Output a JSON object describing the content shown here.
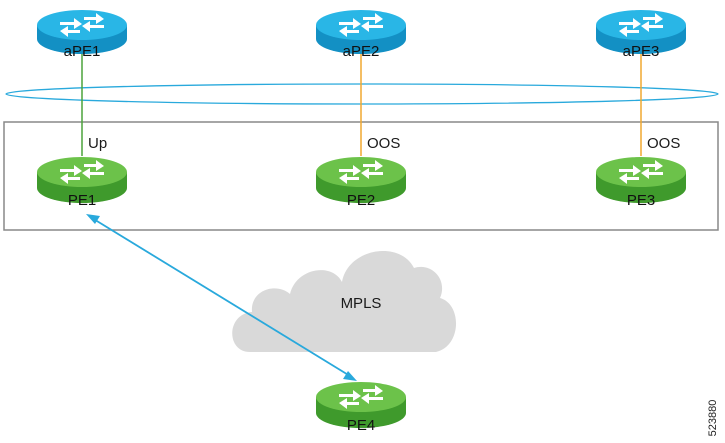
{
  "colors": {
    "blue_router": "#29b6e6",
    "blue_router_side": "#1390c4",
    "green_router": "#6cc24a",
    "green_router_side": "#3f9a2c",
    "up_link": "#4aa33a",
    "oos_link": "#f0a830",
    "ring": "#29a9dc",
    "pw_line": "#29a9dc",
    "cloud": "#d9d9d9",
    "box": "#888888"
  },
  "routers": {
    "ape1": "aPE1",
    "ape2": "aPE2",
    "ape3": "aPE3",
    "pe1": "PE1",
    "pe2": "PE2",
    "pe3": "PE3",
    "pe4": "PE4"
  },
  "links": {
    "pe1_status": "Up",
    "pe2_status": "OOS",
    "pe3_status": "OOS"
  },
  "cloud": {
    "label": "MPLS"
  },
  "figure_id": "523880"
}
